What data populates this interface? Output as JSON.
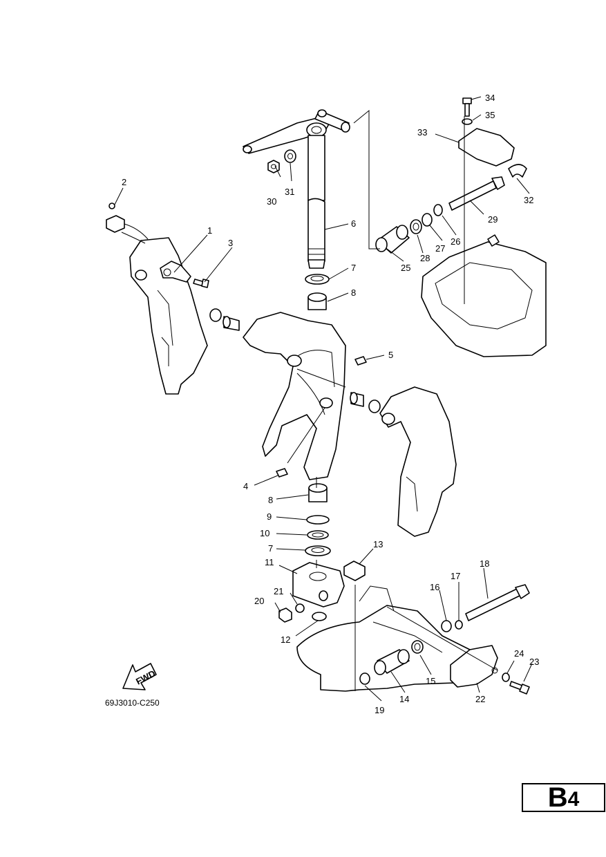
{
  "figure_code": "69J3010-C250",
  "page_tag": {
    "letter": "B",
    "number": "4"
  },
  "fwd_label": "FWD",
  "callouts": [
    "1",
    "2",
    "3",
    "4",
    "5",
    "6",
    "7",
    "8",
    "9",
    "10",
    "11",
    "12",
    "13",
    "14",
    "15",
    "16",
    "17",
    "18",
    "19",
    "20",
    "21",
    "22",
    "23",
    "24",
    "25",
    "26",
    "27",
    "28",
    "29",
    "30",
    "31",
    "32",
    "33",
    "34",
    "35",
    "7",
    "8"
  ]
}
